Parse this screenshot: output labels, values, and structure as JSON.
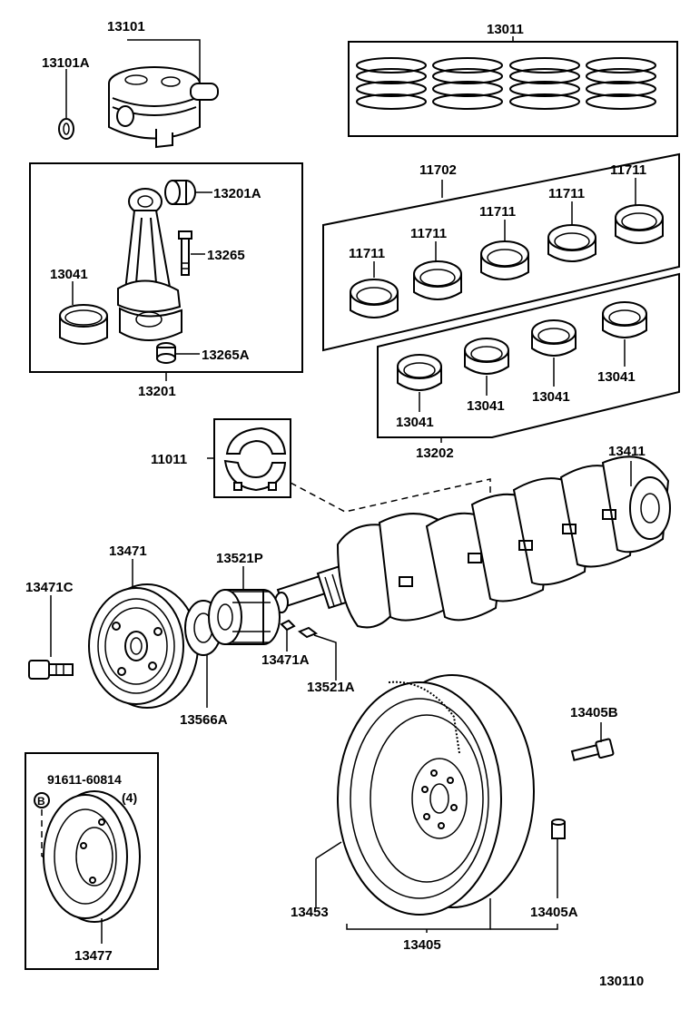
{
  "diagram": {
    "id_code": "130110",
    "labels": {
      "piston": "13101",
      "piston_pin_clip": "13101A",
      "piston_rings": "13011",
      "crank_bearing_set": "11702",
      "crank_bearing_1": "11711",
      "crank_bearing_2": "11711",
      "crank_bearing_3": "11711",
      "crank_bearing_4": "11711",
      "crank_bearing_5": "11711",
      "rod_bushing": "13201A",
      "rod_bolt": "13265",
      "rod_bearing_left": "13041",
      "rod_nut": "13265A",
      "con_rod_assy": "13201",
      "rod_bearing_set_1": "13041",
      "rod_bearing_set_2": "13041",
      "rod_bearing_set_3": "13041",
      "rod_bearing_set_4": "13041",
      "rod_bearing_set": "13202",
      "thrust_washer_set": "11011",
      "crankshaft": "13411",
      "crank_pulley": "13471",
      "pulley_bolt": "13471C",
      "timing_gear": "13521P",
      "pulley_key": "13471A",
      "gear_key": "13521A",
      "oil_slinger": "13566A",
      "flywheel_bolt": "13405B",
      "flywheel_assy": "13405",
      "ring_gear": "13453",
      "flywheel_pin": "13405A",
      "inset_bolt": "91611-60814",
      "inset_qty": "(4)",
      "inset_ref": "B",
      "inset_pulley": "13477"
    }
  }
}
